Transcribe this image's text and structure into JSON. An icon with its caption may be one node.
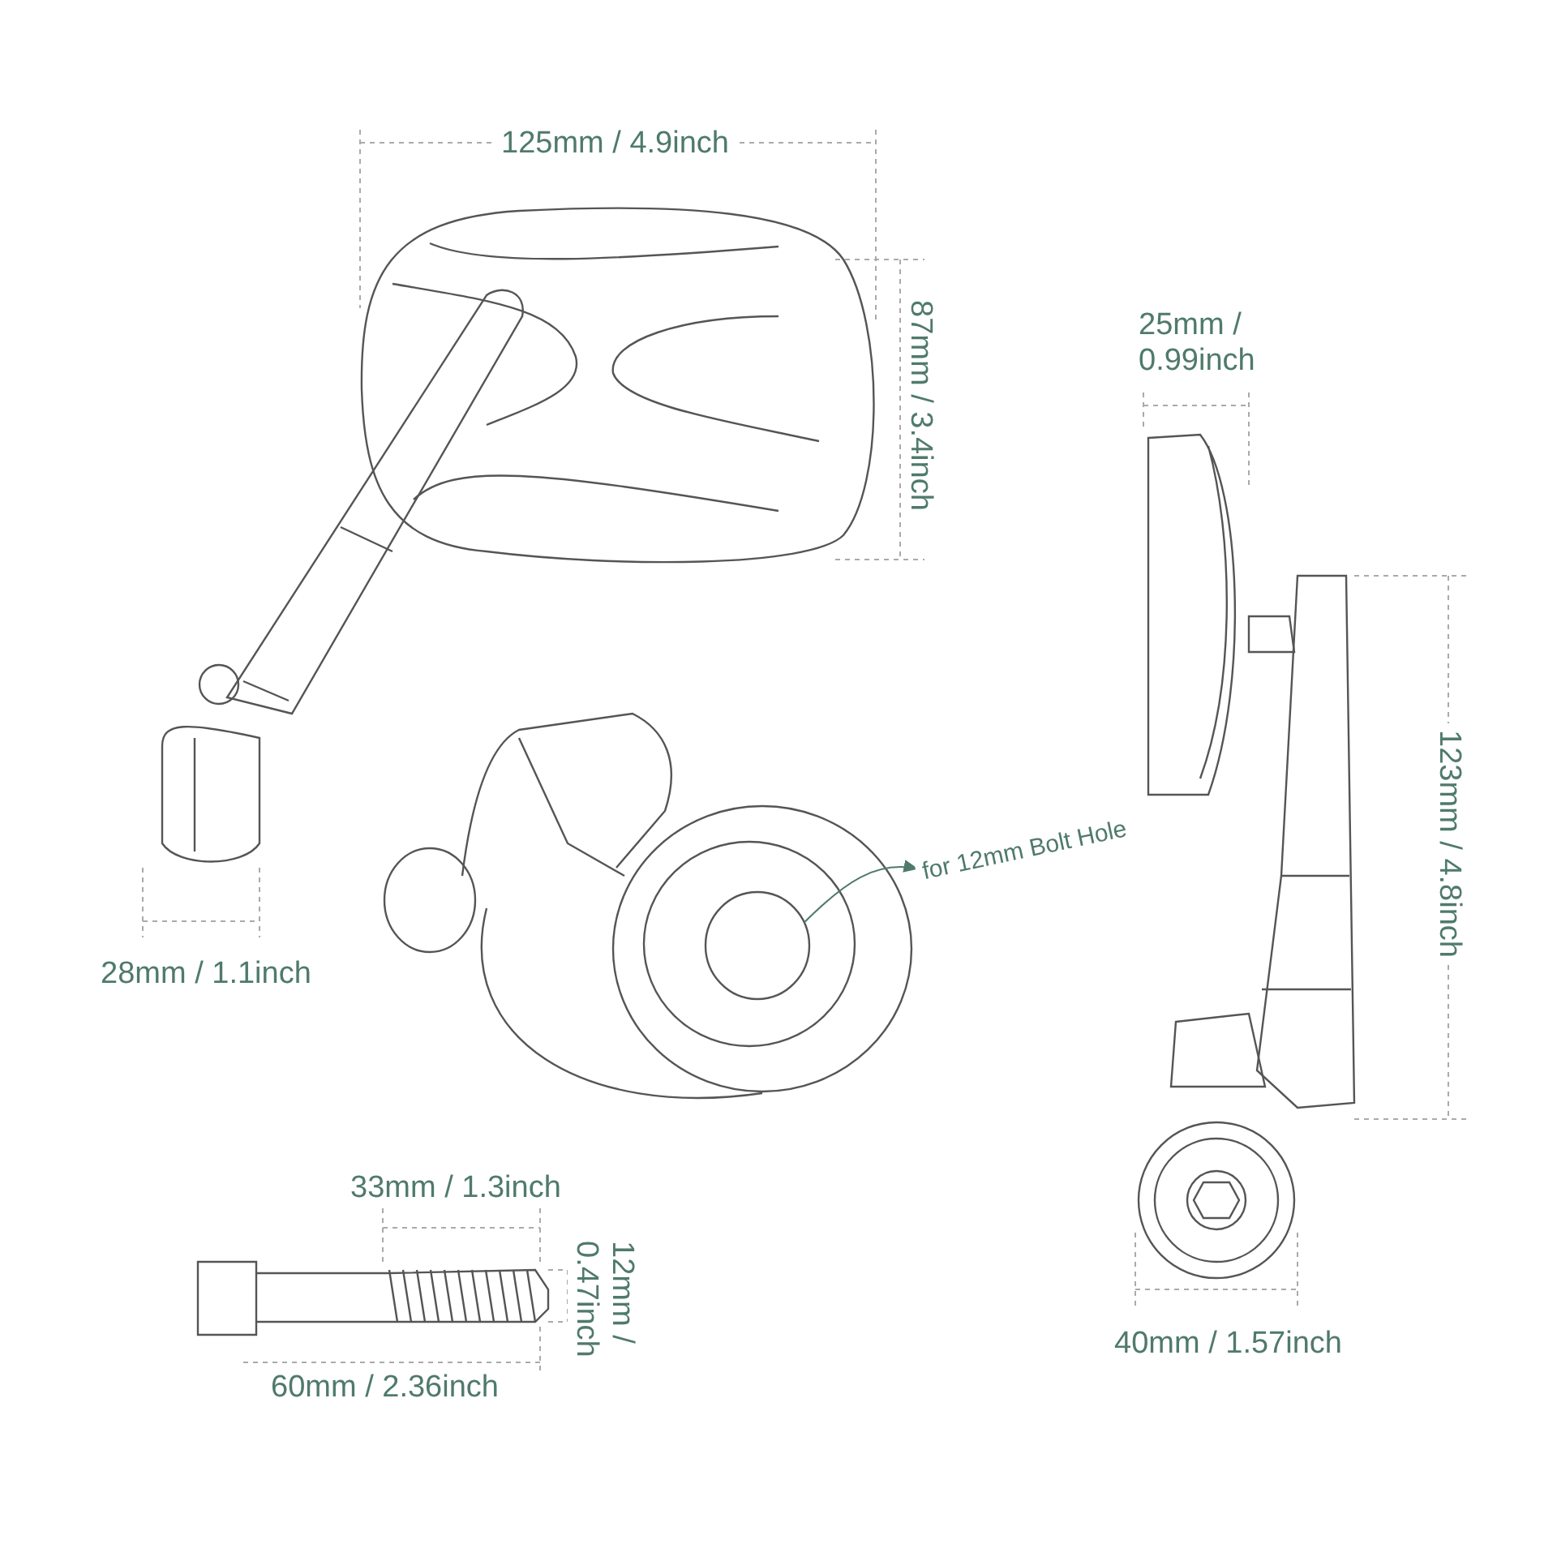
{
  "diagram": {
    "nodes": [
      {
        "text": [
          "for 12mm Bolt Hole"
        ]
      },
      {
        "text": [],
        "shape": "circle"
      }
    ],
    "edges": [
      {
        "from": 1,
        "to": 0,
        "arrow": "to"
      }
    ],
    "labels": [
      "125mm / 4.9inch",
      "87mm / 3.4inch",
      "25mm / 0.99inch",
      "123mm / 4.8inch",
      "28mm / 1.1inch",
      "33mm / 1.3inch",
      "12mm / 0.47inch",
      "60mm / 2.36inch",
      "40mm / 1.57inch"
    ]
  }
}
